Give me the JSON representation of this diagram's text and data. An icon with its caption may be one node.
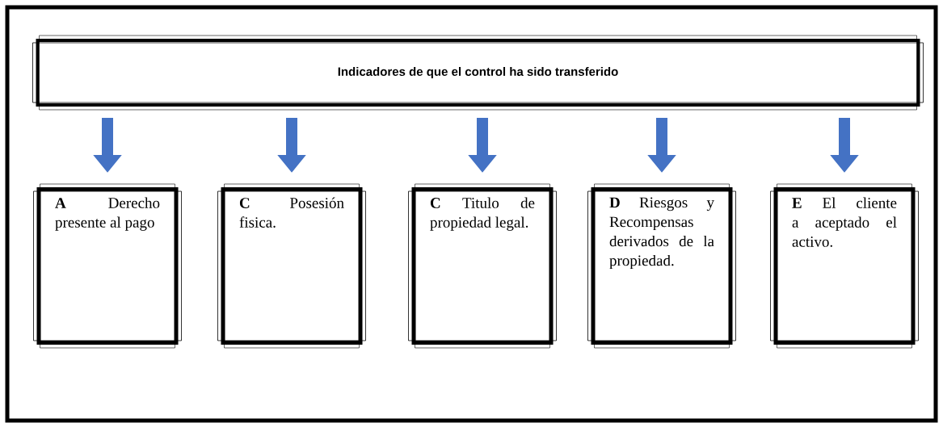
{
  "diagram": {
    "nodes": [
      {
        "text": [
          "Indicadores de que el control ha sido transferido"
        ]
      },
      {
        "text": [
          "**A** Derecho presente al pago"
        ]
      },
      {
        "text": [
          "**C** Posesión fisica."
        ]
      },
      {
        "text": [
          "**C** Titulo de propiedad legal."
        ]
      },
      {
        "text": [
          "**D** Riesgos y Recompensas derivados de la propiedad."
        ]
      },
      {
        "text": [
          "**E** El cliente a aceptado el activo."
        ]
      }
    ],
    "edges": [
      {
        "from": 0,
        "to": 1,
        "arrow": "to"
      },
      {
        "from": 0,
        "to": 2,
        "arrow": "to"
      },
      {
        "from": 0,
        "to": 3,
        "arrow": "to"
      },
      {
        "from": 0,
        "to": 4,
        "arrow": "to"
      },
      {
        "from": 0,
        "to": 5,
        "arrow": "to"
      }
    ]
  }
}
